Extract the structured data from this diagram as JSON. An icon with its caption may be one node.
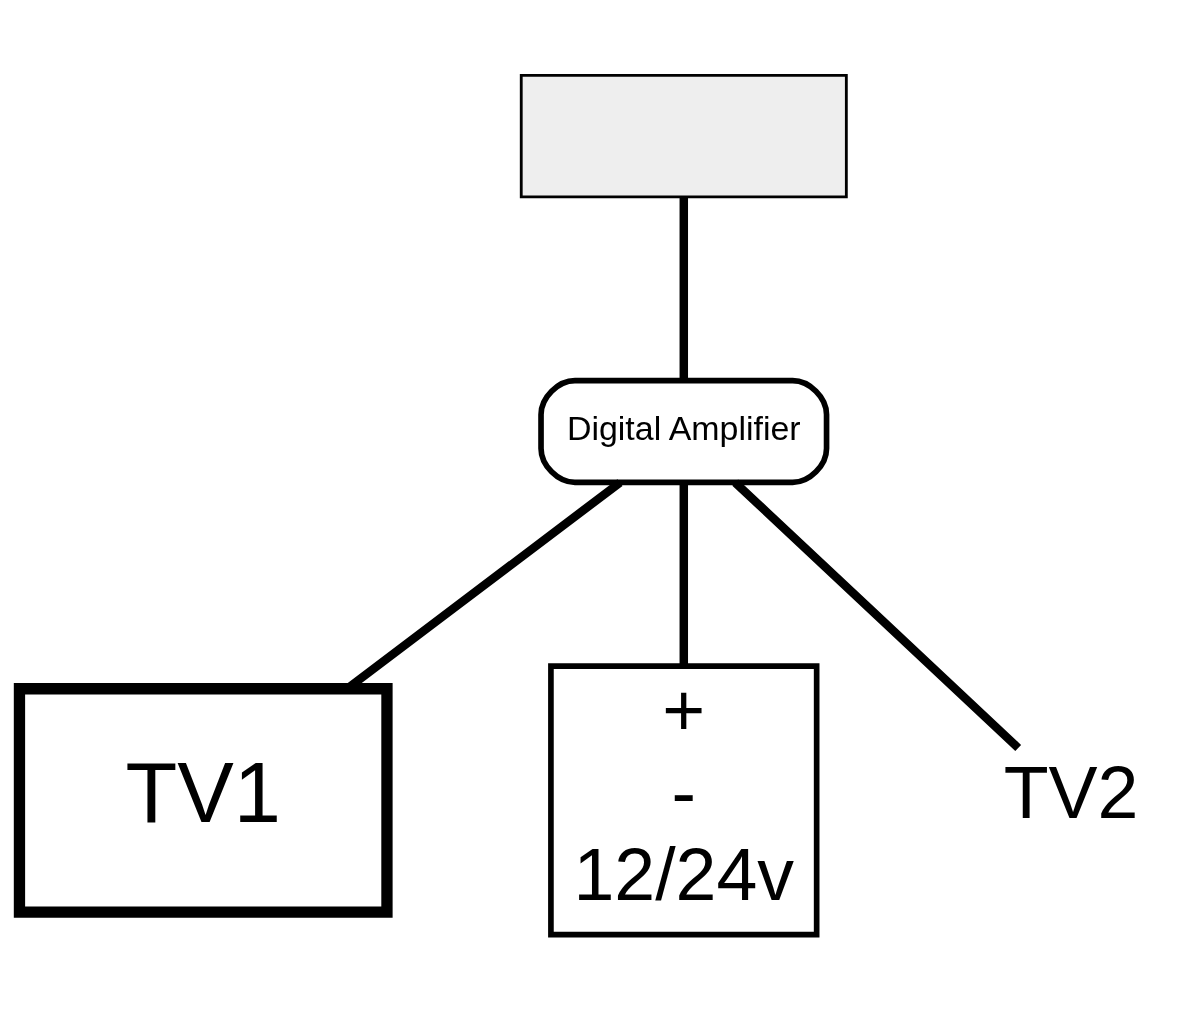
{
  "diagram": {
    "nodes": [
      {
        "text": [],
        "shape": "box"
      },
      {
        "text": [
          "Digital Amplifier"
        ]
      },
      {
        "text": [
          "TV1"
        ]
      },
      {
        "text": [
          "+",
          "-",
          "12/24v"
        ]
      },
      {
        "text": [
          "TV2"
        ]
      }
    ],
    "edges": [
      {
        "from": 0,
        "to": 1,
        "arrow": "none"
      },
      {
        "from": 1,
        "to": 2,
        "arrow": "none"
      },
      {
        "from": 1,
        "to": 3,
        "arrow": "none"
      },
      {
        "from": 1,
        "to": 4,
        "arrow": "none"
      }
    ]
  }
}
